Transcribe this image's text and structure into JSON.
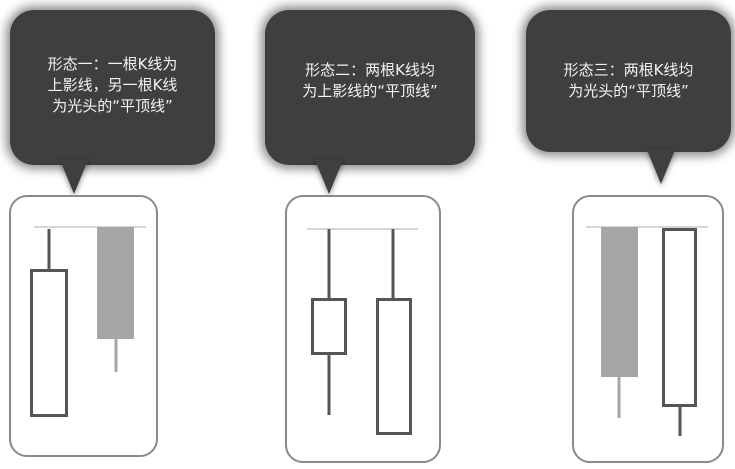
{
  "captions": [
    [
      "形态一：一根K线为",
      "上影线，另一根K线",
      "为光头的“平顶线”"
    ],
    [
      "形态二：两根K线均",
      "为上影线的“平顶线”"
    ],
    [
      "形态三：两根K线均",
      "为光头的“平顶线”"
    ]
  ],
  "colors": {
    "bubble": "#3f3f3f",
    "bubble_text": "#f2f2f2",
    "panel_border": "#8a8a8a",
    "candle_outline": "#555555",
    "candle_filled": "#a6a6a6",
    "top_line": "#c8c8c8"
  }
}
